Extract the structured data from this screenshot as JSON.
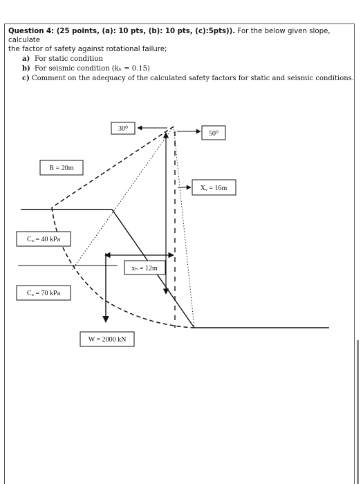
{
  "question": {
    "heading": "Question 4: (25 points, (a): 10 pts, (b): 10 pts, (c):5pts)).",
    "text_line1": " For the below given slope, calculate",
    "text_line2": "the factor of safety against rotational failure;",
    "parts": [
      {
        "letter": "a)",
        "text": "For static condition"
      },
      {
        "letter": "b)",
        "text": "For seismic condition (kₕ = 0.15)"
      },
      {
        "letter": "c)",
        "text": "Comment on the adequacy of the calculated safety factors for static and seismic conditions."
      }
    ]
  },
  "diagram": {
    "angle_left": "30⁰",
    "angle_right": "50⁰",
    "radius": "R = 20m",
    "xv": "Xᵥ = 16m",
    "cu_upper": "Cᵤ = 40 kPa",
    "xh": "xₕ = 12m",
    "cu_lower": "Cᵤ = 70 kPa",
    "weight": "W = 2000 kN"
  },
  "colors": {
    "line": "#111111",
    "frame": "#555555",
    "scrollbar": "#8a8a8a"
  }
}
